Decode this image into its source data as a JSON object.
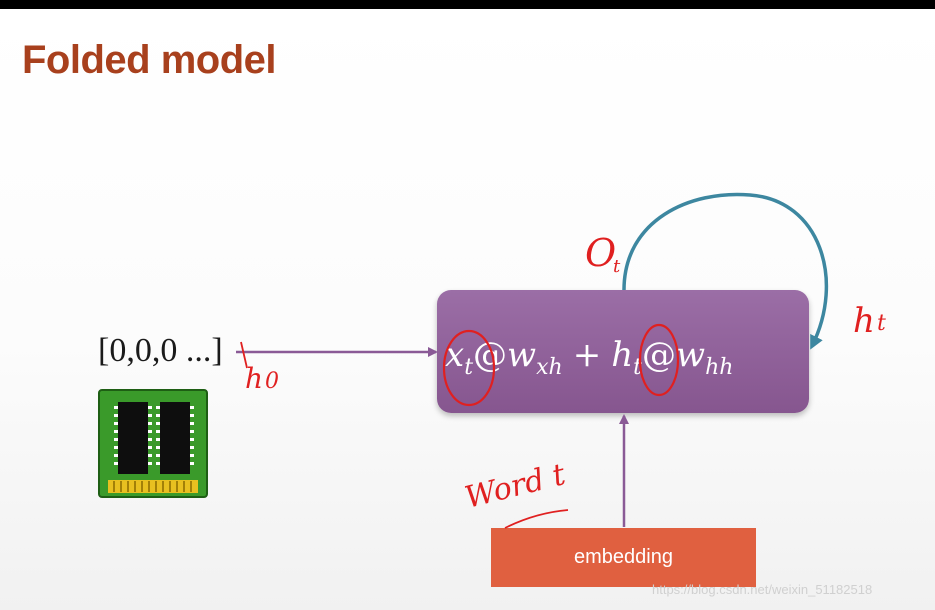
{
  "title": "Folded model",
  "initial_state": "[0,0,0 ...]",
  "formula": {
    "x": "x",
    "x_sub": "t",
    "at1": "@",
    "w1": "w",
    "w1_sub": "xh",
    "plus": "+",
    "h": "h",
    "h_sub": "t",
    "at2": "@",
    "w2": "w",
    "w2_sub": "hh"
  },
  "embedding_label": "embedding",
  "annotations": {
    "output": "O",
    "output_sub": "t",
    "hidden": "h",
    "hidden_sub": "t",
    "initial": "h",
    "initial_sub": "0",
    "word": "Word t"
  },
  "watermark": "https://blog.csdn.net/weixin_51182518",
  "colors": {
    "title": "#a8401d",
    "rnn_box": "#8e5e98",
    "embedding_box": "#e06040",
    "arrow": "#8a5a96",
    "loop": "#3d87a0",
    "annotation": "#e02020",
    "memory_chip": "#3a9a2a"
  },
  "icons": [
    "memory-chip-icon"
  ]
}
